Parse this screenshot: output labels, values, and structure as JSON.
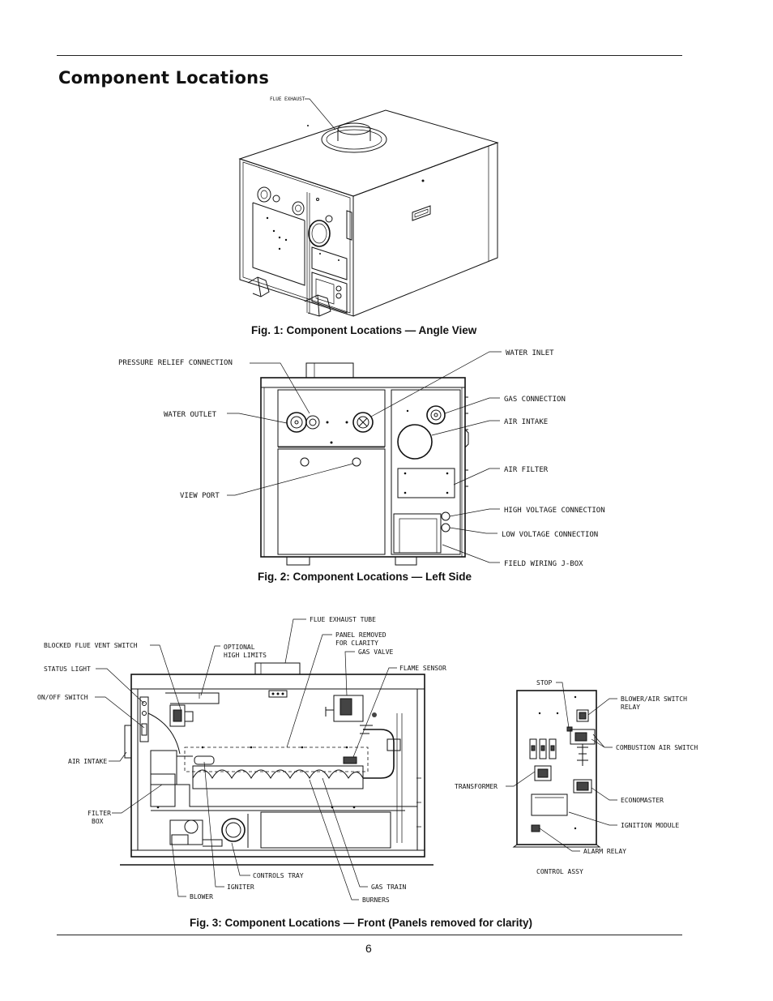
{
  "page": {
    "title": "Component Locations",
    "page_number": "6"
  },
  "fig1": {
    "caption": "Fig. 1: Component Locations — Angle View",
    "labels": {
      "flue_exhaust": "FLUE EXHAUST"
    }
  },
  "fig2": {
    "caption": "Fig. 2: Component Locations — Left Side",
    "labels": {
      "pressure_relief": "PRESSURE RELIEF CONNECTION",
      "water_outlet": "WATER OUTLET",
      "view_port": "VIEW PORT",
      "water_inlet": "WATER INLET",
      "gas_connection": "GAS CONNECTION",
      "air_intake": "AIR INTAKE",
      "air_filter": "AIR FILTER",
      "high_voltage": "HIGH VOLTAGE CONNECTION",
      "low_voltage": "LOW VOLTAGE CONNECTION",
      "field_wiring": "FIELD WIRING J-BOX"
    }
  },
  "fig3": {
    "caption": "Fig. 3: Component Locations — Front (Panels removed for clarity)",
    "labels": {
      "blocked_flue": "BLOCKED FLUE VENT SWITCH",
      "status_light": "STATUS LIGHT",
      "onoff_switch": "ON/OFF SWITCH",
      "air_intake": "AIR INTAKE",
      "filter_box_1": "FILTER",
      "filter_box_2": "BOX",
      "optional_1": "OPTIONAL",
      "optional_2": "HIGH LIMITS",
      "flue_tube": "FLUE EXHAUST TUBE",
      "panel_removed_1": "PANEL REMOVED",
      "panel_removed_2": "FOR CLARITY",
      "gas_valve": "GAS VALVE",
      "flame_sensor": "FLAME SENSOR",
      "blower": "BLOWER",
      "igniter": "IGNITER",
      "controls_tray": "CONTROLS TRAY",
      "gas_train": "GAS TRAIN",
      "burners": "BURNERS",
      "stop": "STOP",
      "blower_relay_1": "BLOWER/AIR SWITCH",
      "blower_relay_2": "RELAY",
      "combustion_switch": "COMBUSTION AIR SWITCH",
      "transformer": "TRANSFORMER",
      "economaster": "ECONOMASTER",
      "ignition_module": "IGNITION MODULE",
      "alarm_relay": "ALARM RELAY",
      "control_assy": "CONTROL ASSY"
    }
  }
}
